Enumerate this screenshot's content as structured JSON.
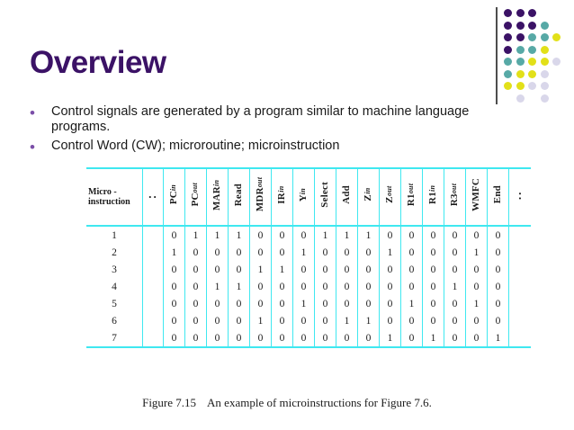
{
  "slide": {
    "title": "Overview",
    "title_color": "#3b1266",
    "bullet_color": "#7b4fa8",
    "bullet_glyph": "•",
    "bullets": [
      "Control signals are generated by a program similar to machine language programs.",
      "Control Word (CW); microroutine; microinstruction"
    ]
  },
  "logo": {
    "colors": {
      "purple": "#3b1266",
      "teal": "#57a9a6",
      "yellow": "#e2e019",
      "lavender": "#d9d7ea",
      "rule": "#4d4d4d"
    },
    "grid": [
      [
        "purple",
        "purple",
        "purple",
        "",
        "",
        ""
      ],
      [
        "purple",
        "purple",
        "purple",
        "teal",
        "",
        ""
      ],
      [
        "purple",
        "purple",
        "teal",
        "teal",
        "yellow",
        ""
      ],
      [
        "purple",
        "teal",
        "teal",
        "yellow",
        "",
        ""
      ],
      [
        "teal",
        "teal",
        "yellow",
        "yellow",
        "lavender",
        ""
      ],
      [
        "teal",
        "yellow",
        "yellow",
        "lavender",
        "",
        ""
      ],
      [
        "yellow",
        "yellow",
        "lavender",
        "lavender",
        "",
        ""
      ],
      [
        "",
        "lavender",
        "",
        "lavender",
        "",
        ""
      ]
    ]
  },
  "table": {
    "border_color": "#3fe8f0",
    "name_header_line1": "Micro -",
    "name_header_line2": "instruction",
    "left_ellipsis": "··",
    "right_ellipsis": "··",
    "signal_columns": [
      {
        "base": "PC",
        "sub": "in"
      },
      {
        "base": "PC",
        "sub": "out"
      },
      {
        "base": "MAR",
        "sub": "in"
      },
      {
        "base": "Read",
        "sub": ""
      },
      {
        "base": "MDR",
        "sub": "out"
      },
      {
        "base": "IR",
        "sub": "in"
      },
      {
        "base": "Y",
        "sub": "in"
      },
      {
        "base": "Select",
        "sub": ""
      },
      {
        "base": "Add",
        "sub": ""
      },
      {
        "base": "Z",
        "sub": "in"
      },
      {
        "base": "Z",
        "sub": "out"
      },
      {
        "base": "R1",
        "sub": "out"
      },
      {
        "base": "R1",
        "sub": "in"
      },
      {
        "base": "R3",
        "sub": "out"
      },
      {
        "base": "WMFC",
        "sub": ""
      },
      {
        "base": "End",
        "sub": ""
      }
    ],
    "rows": [
      {
        "name": "1",
        "values": [
          "0",
          "1",
          "1",
          "1",
          "0",
          "0",
          "0",
          "1",
          "1",
          "1",
          "0",
          "0",
          "0",
          "0",
          "0",
          "0"
        ]
      },
      {
        "name": "2",
        "values": [
          "1",
          "0",
          "0",
          "0",
          "0",
          "0",
          "1",
          "0",
          "0",
          "0",
          "1",
          "0",
          "0",
          "0",
          "1",
          "0"
        ]
      },
      {
        "name": "3",
        "values": [
          "0",
          "0",
          "0",
          "0",
          "1",
          "1",
          "0",
          "0",
          "0",
          "0",
          "0",
          "0",
          "0",
          "0",
          "0",
          "0"
        ]
      },
      {
        "name": "4",
        "values": [
          "0",
          "0",
          "1",
          "1",
          "0",
          "0",
          "0",
          "0",
          "0",
          "0",
          "0",
          "0",
          "0",
          "1",
          "0",
          "0"
        ]
      },
      {
        "name": "5",
        "values": [
          "0",
          "0",
          "0",
          "0",
          "0",
          "0",
          "1",
          "0",
          "0",
          "0",
          "0",
          "1",
          "0",
          "0",
          "1",
          "0"
        ]
      },
      {
        "name": "6",
        "values": [
          "0",
          "0",
          "0",
          "0",
          "1",
          "0",
          "0",
          "0",
          "1",
          "1",
          "0",
          "0",
          "0",
          "0",
          "0",
          "0"
        ]
      },
      {
        "name": "7",
        "values": [
          "0",
          "0",
          "0",
          "0",
          "0",
          "0",
          "0",
          "0",
          "0",
          "0",
          "1",
          "0",
          "1",
          "0",
          "0",
          "1"
        ]
      }
    ]
  },
  "caption": {
    "figure_number": "Figure 7.15",
    "text": "An example of microinstructions for Figure 7.6."
  }
}
